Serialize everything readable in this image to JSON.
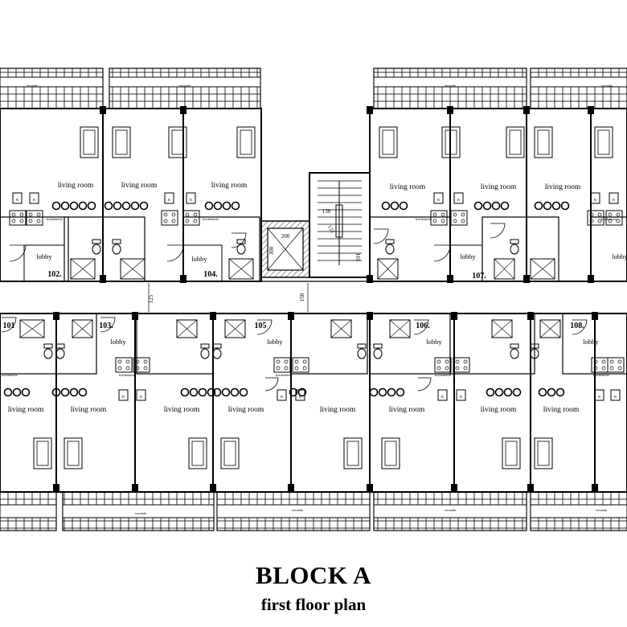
{
  "title": "BLOCK A",
  "subtitle": "first floor plan",
  "labels": {
    "veranda": "veranda",
    "living_room": "living room",
    "lobby": "lobby",
    "kitchenette": "kitchenette",
    "refrigerator": "R",
    "lift_size": "200",
    "lift_depth": "300",
    "stair_width": "130",
    "stair_flight": "165",
    "stair_landing": "131",
    "corridor_left": "125",
    "corridor_right": "150"
  },
  "apartments": {
    "top": [
      "102.",
      "104.",
      "107."
    ],
    "bottom": [
      "101",
      "103.",
      "105",
      "106.",
      "108."
    ]
  }
}
